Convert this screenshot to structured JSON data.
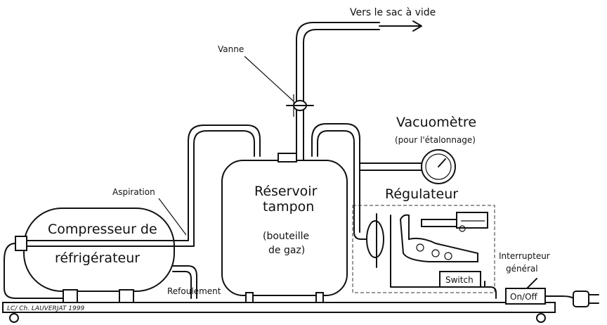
{
  "labels": {
    "vers_sac": "Vers le sac à vide",
    "vanne": "Vanne",
    "vacuometre": "Vacuomètre",
    "etalonnage": "(pour l'étalonnage)",
    "reservoir_1": "Réservoir",
    "reservoir_2": "tampon",
    "bouteille_1": "(bouteille",
    "bouteille_2": "de gaz)",
    "regulateur": "Régulateur",
    "aspiration": "Aspiration",
    "compresseur_1": "Compresseur de",
    "compresseur_2": "réfrigérateur",
    "refoulement": "Refoulement",
    "switch": "Switch",
    "interrupteur_1": "Interrupteur",
    "interrupteur_2": "général",
    "onoff": "On/Off",
    "credit": "LC/ Ch. LAUVERJAT 1999"
  }
}
